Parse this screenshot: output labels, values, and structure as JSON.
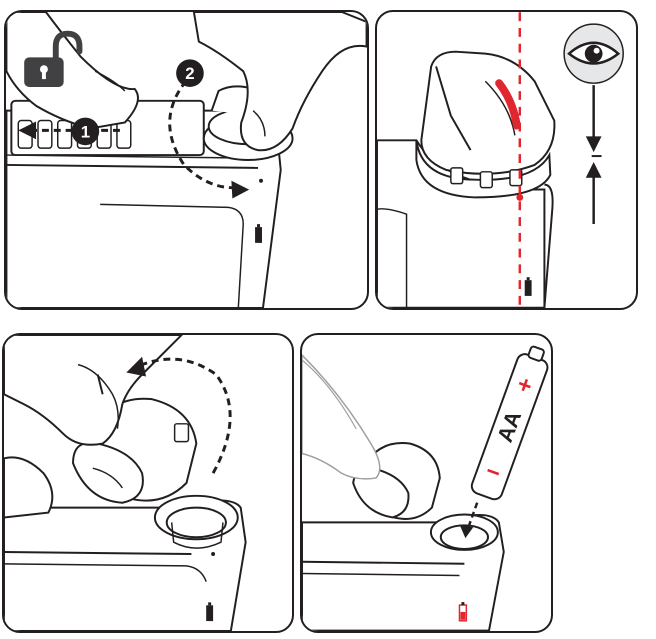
{
  "steps": {
    "step1": {
      "number": "1",
      "unlock_icon": "unlock-padlock-icon"
    },
    "step2": {
      "number": "2",
      "rotate_icon": "rotate-arrow-icon"
    },
    "step3": {
      "eye_icon": "eye-icon",
      "align_icon": "alignment-arrows-icon"
    },
    "step4": {
      "open_icon": "flip-open-arrow-icon"
    },
    "step5": {
      "battery_label": "AA",
      "positive_symbol": "+",
      "negative_symbol": "−"
    }
  },
  "colors": {
    "outline": "#231f20",
    "accent_red": "#e0262f",
    "fill_dark": "#414042",
    "fill_grey": "#e6e7e8"
  }
}
